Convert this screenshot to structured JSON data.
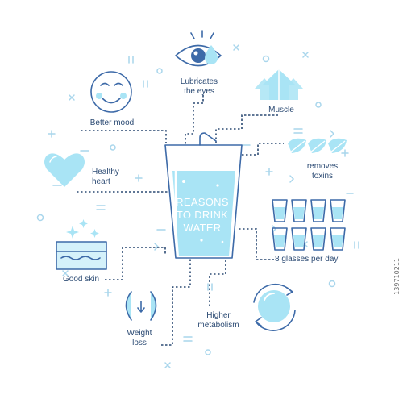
{
  "center": {
    "lines": [
      "REASONS",
      "TO DRINK",
      "WATER"
    ]
  },
  "labels": {
    "eyes": [
      "Lubricates",
      "the eyes"
    ],
    "mood": "Better mood",
    "muscle": "Muscle",
    "heart": [
      "Healthy",
      "heart"
    ],
    "toxins": [
      "removes",
      "toxins"
    ],
    "glasses": "8 glasses per day",
    "skin": "Good skin",
    "weight": [
      "Weight",
      "loss"
    ],
    "metabolism": [
      "Higher",
      "metabolism"
    ]
  },
  "stock_id": "139710211",
  "colors": {
    "outline": "#3d6aa8",
    "fill": "#a9e4f5",
    "fill_light": "#d4f1fa",
    "text": "#2b4a73"
  }
}
